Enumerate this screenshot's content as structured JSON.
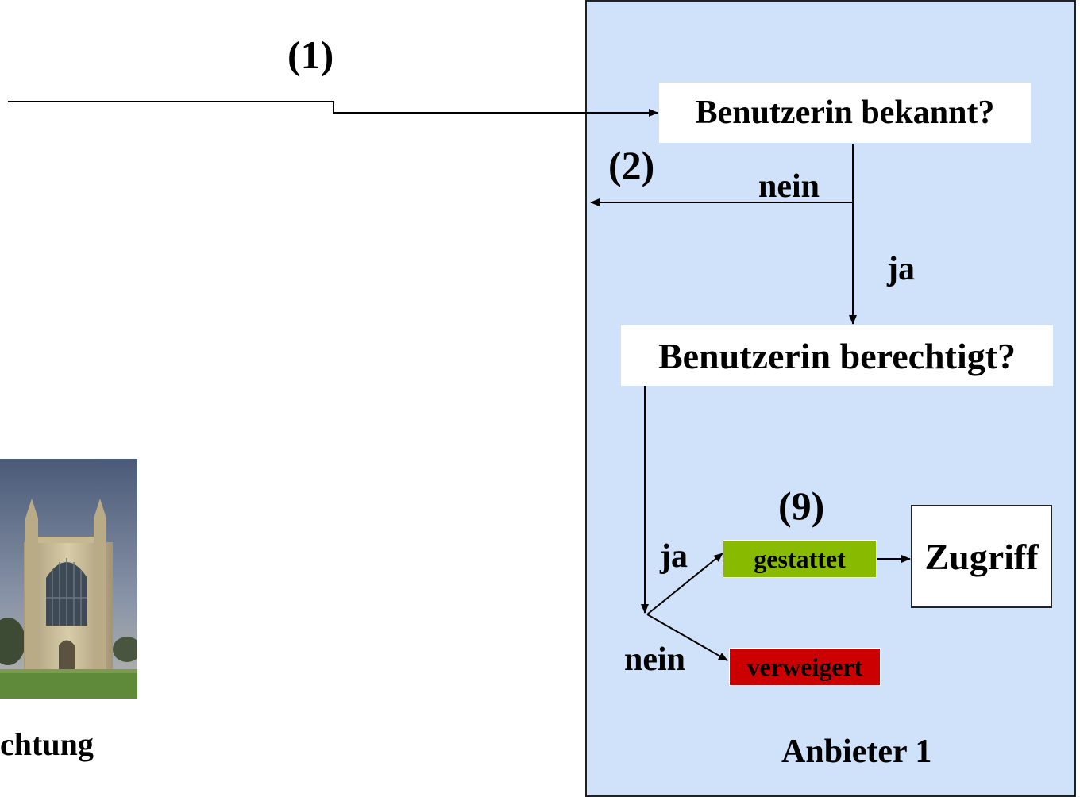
{
  "steps": {
    "step1": "(1)",
    "step2": "(2)",
    "step9": "(9)"
  },
  "provider": {
    "name": "Anbieter 1",
    "panel_color": "#d0e2fa",
    "question_known": "Benutzerin bekannt?",
    "question_authorized": "Benutzerin berechtigt?",
    "answer_no_1": "nein",
    "answer_yes_1": "ja",
    "answer_yes_2": "ja",
    "answer_no_2": "nein",
    "status_allowed": "gestattet",
    "status_allowed_color": "#88bb00",
    "status_denied": "verweigert",
    "status_denied_color": "#cc0000",
    "access": "Zugriff"
  },
  "left_panel": {
    "caption_fragment": "chtung"
  },
  "icons": {
    "photo": "cathedral-photo"
  }
}
